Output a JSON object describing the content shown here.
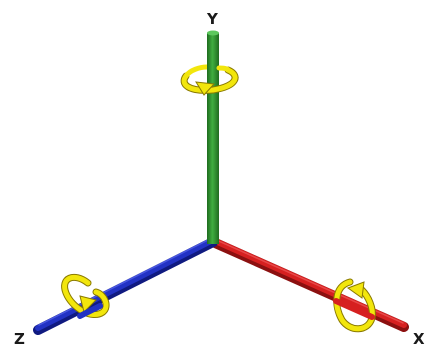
{
  "axes": [
    {
      "label": "Y",
      "color": "#2e8b2e",
      "rotation_icon": "rotation-arrow-icon"
    },
    {
      "label": "X",
      "color": "#c01818",
      "rotation_icon": "rotation-arrow-icon"
    },
    {
      "label": "Z",
      "color": "#1c28b8",
      "rotation_icon": "rotation-arrow-icon"
    }
  ],
  "rotation_arrow_color": "#f2e60c"
}
